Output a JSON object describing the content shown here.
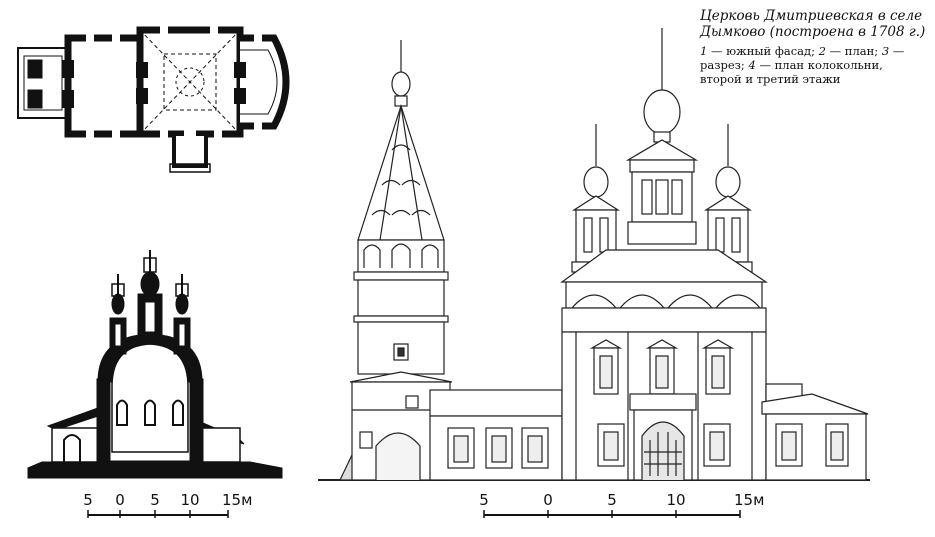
{
  "caption": {
    "title": "Церковь Дмитриевская в селе Дымково (построена в 1708 г.)",
    "legend": [
      {
        "num": "1",
        "text": "— южный фасад;"
      },
      {
        "num": "2",
        "text": "— план;"
      },
      {
        "num": "3",
        "text": "— разрез;"
      },
      {
        "num": "4",
        "text": "— план колокольни, второй и третий этажи"
      }
    ]
  },
  "scales": [
    {
      "ticks": [
        "5",
        "0",
        "5",
        "10"
      ],
      "end": "15м"
    },
    {
      "ticks": [
        "5",
        "0",
        "5",
        "10"
      ],
      "end": "15м"
    }
  ]
}
